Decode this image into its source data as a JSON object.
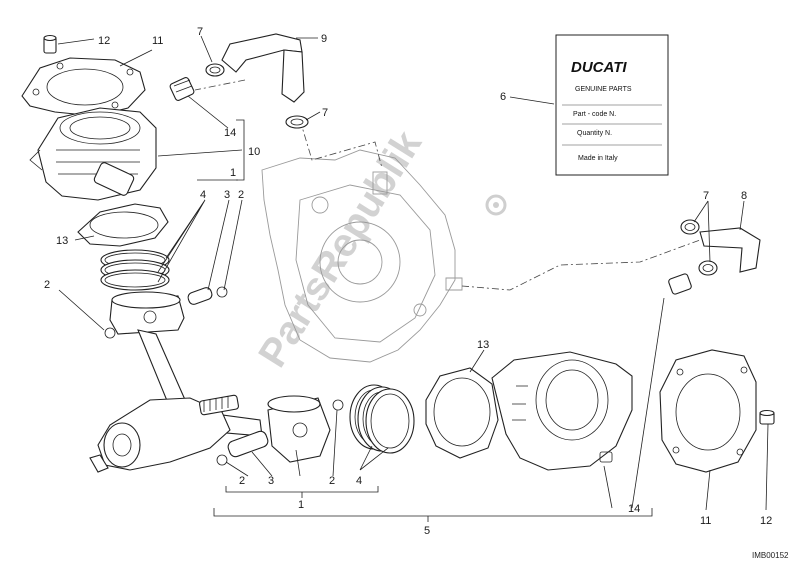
{
  "diagram": {
    "callouts": {
      "c1a": "1",
      "c1b": "1",
      "c2a": "2",
      "c2b": "2",
      "c2c": "2",
      "c2d": "2",
      "c3a": "3",
      "c3b": "3",
      "c4a": "4",
      "c4b": "4",
      "c5": "5",
      "c6": "6",
      "c7a": "7",
      "c7b": "7",
      "c7c": "7",
      "c8": "8",
      "c9": "9",
      "c10": "10",
      "c11a": "11",
      "c11b": "11",
      "c12a": "12",
      "c12b": "12",
      "c13a": "13",
      "c13b": "13",
      "c14a": "14",
      "c14b": "14"
    },
    "parts_card": {
      "brand": "DUCATI",
      "subtitle": "GENUINE PARTS",
      "row1": "Part - code N.",
      "row2": "Quantity N.",
      "row3": "Made in Italy"
    },
    "drawing_code": "IMB00152",
    "watermark": "PartsRepublik"
  }
}
